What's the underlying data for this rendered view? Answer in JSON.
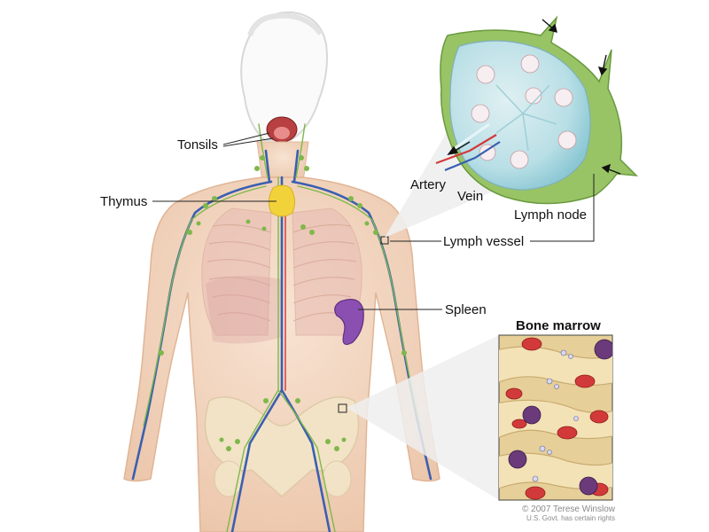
{
  "labels": {
    "tonsils": "Tonsils",
    "thymus": "Thymus",
    "spleen": "Spleen",
    "lymph_vessel": "Lymph vessel",
    "lymph_node": "Lymph node",
    "artery": "Artery",
    "vein": "Vein",
    "bone_marrow": "Bone marrow"
  },
  "credit": {
    "line1": "© 2007 Terese Winslow",
    "line2": "U.S. Govt. has certain rights"
  },
  "colors": {
    "skin": "#f3d9c4",
    "lymph_green": "#7fb84a",
    "vein_blue": "#3a5fb0",
    "artery_red": "#d23a3a",
    "spleen_purple": "#8a4fb0",
    "thymus_yellow": "#f2d23a",
    "node_green": "#98c466",
    "marrow_tan": "#e6cf98"
  }
}
